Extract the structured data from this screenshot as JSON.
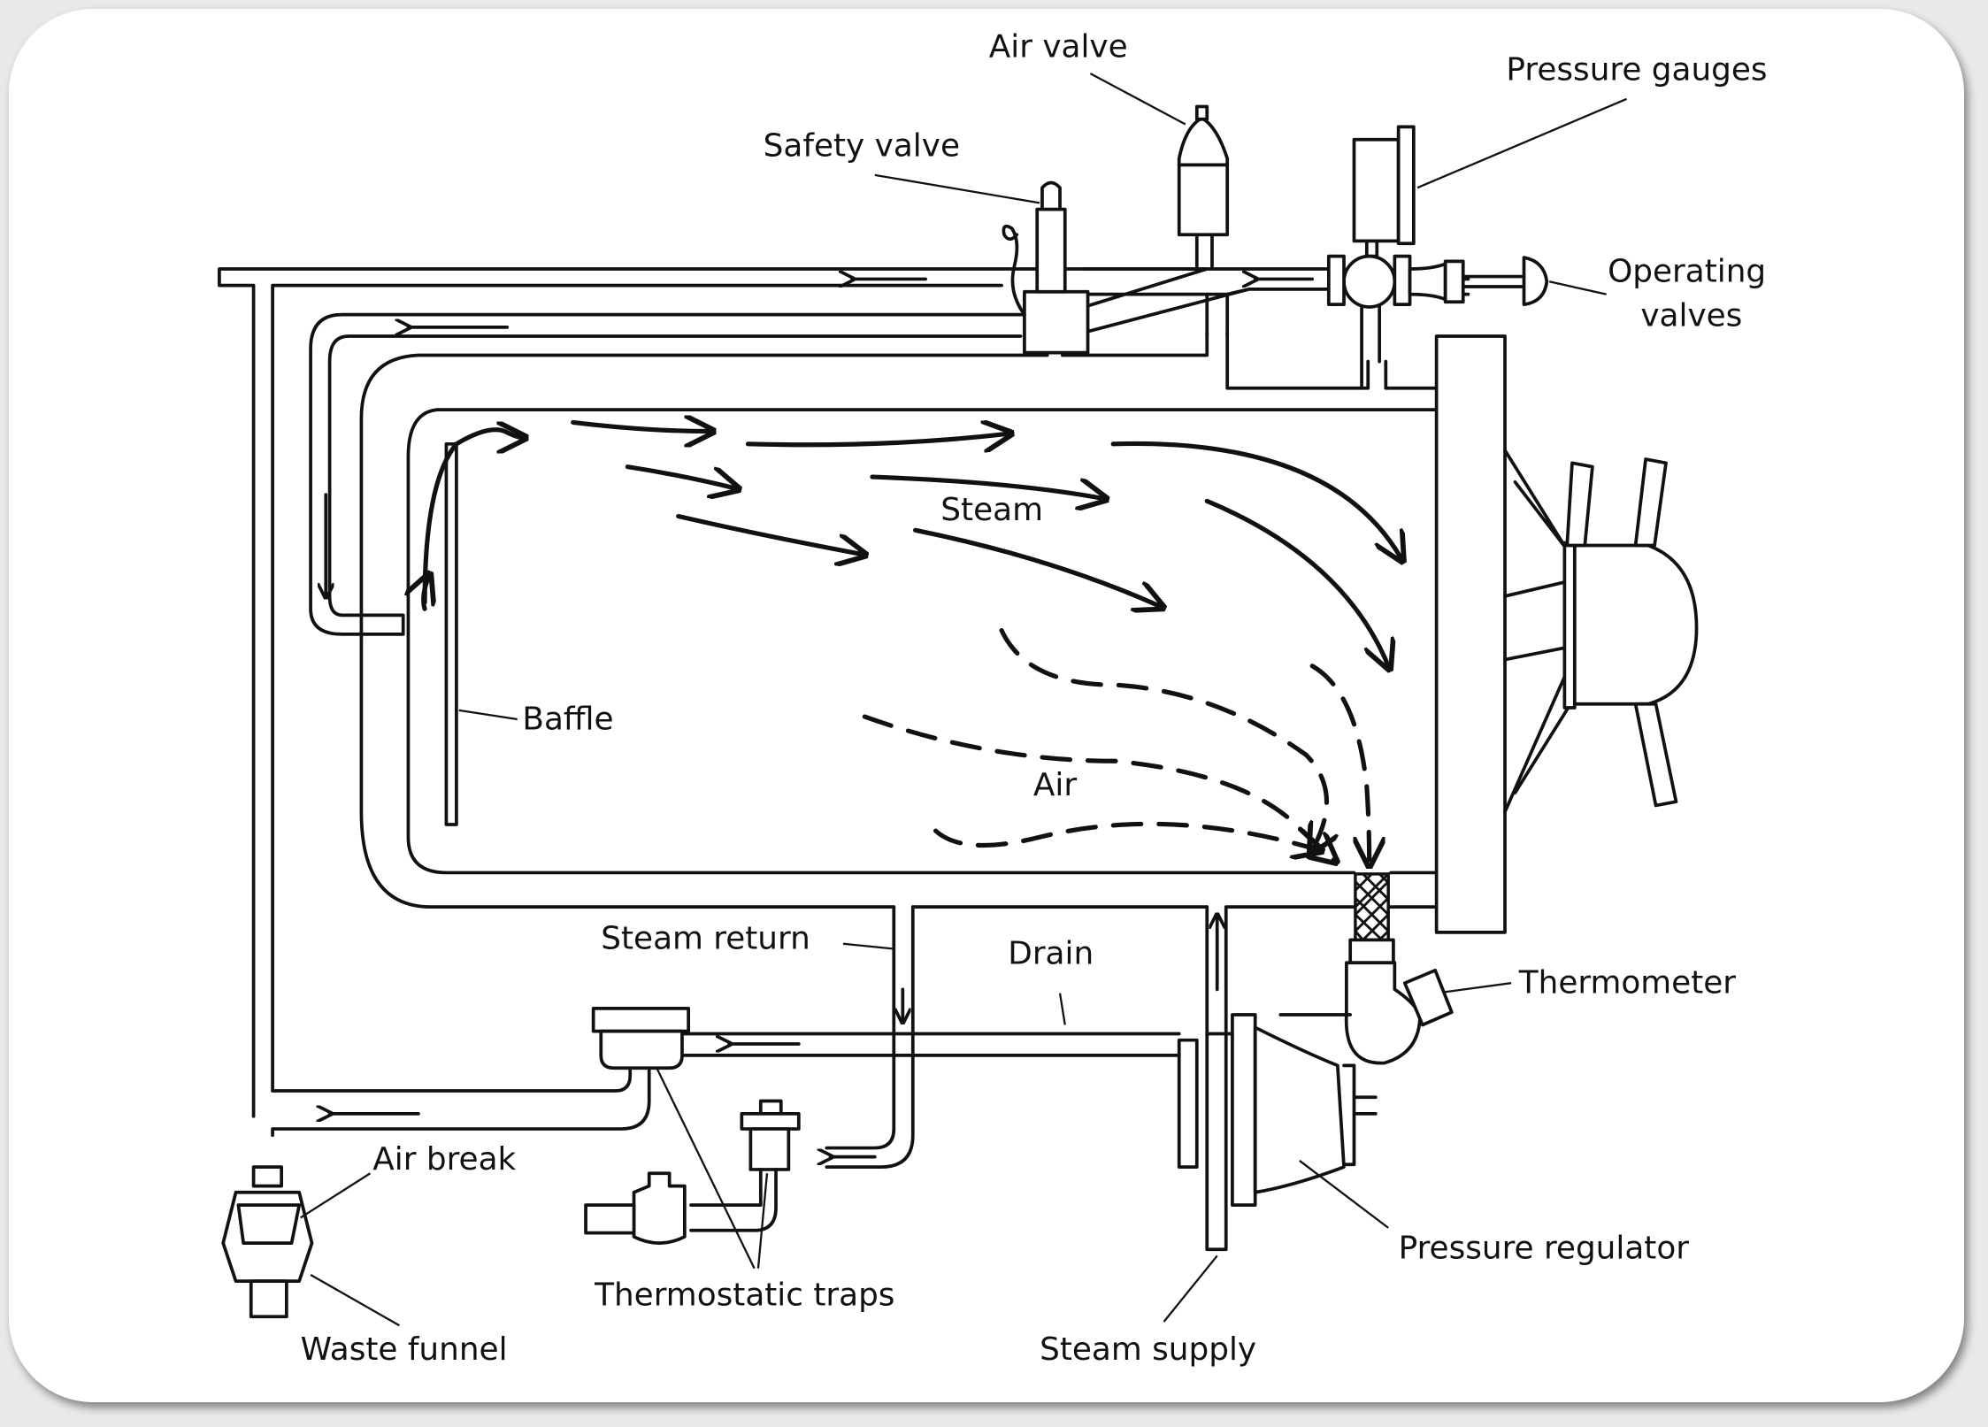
{
  "figure": {
    "title": "Steam sterilizer (autoclave) schematic",
    "labels": {
      "air_valve": "Air valve",
      "pressure_gauges": "Pressure gauges",
      "safety_valve": "Safety valve",
      "operating_valves_1": "Operating",
      "operating_valves_2": "valves",
      "steam": "Steam",
      "baffle": "Baffle",
      "air": "Air",
      "steam_return": "Steam return",
      "drain": "Drain",
      "thermometer": "Thermometer",
      "air_break": "Air break",
      "pressure_regulator": "Pressure regulator",
      "thermostatic_traps": "Thermostatic traps",
      "waste_funnel": "Waste funnel",
      "steam_supply": "Steam supply"
    },
    "flows": [
      {
        "name": "steam",
        "style": "solid"
      },
      {
        "name": "air",
        "style": "dashed"
      }
    ]
  }
}
